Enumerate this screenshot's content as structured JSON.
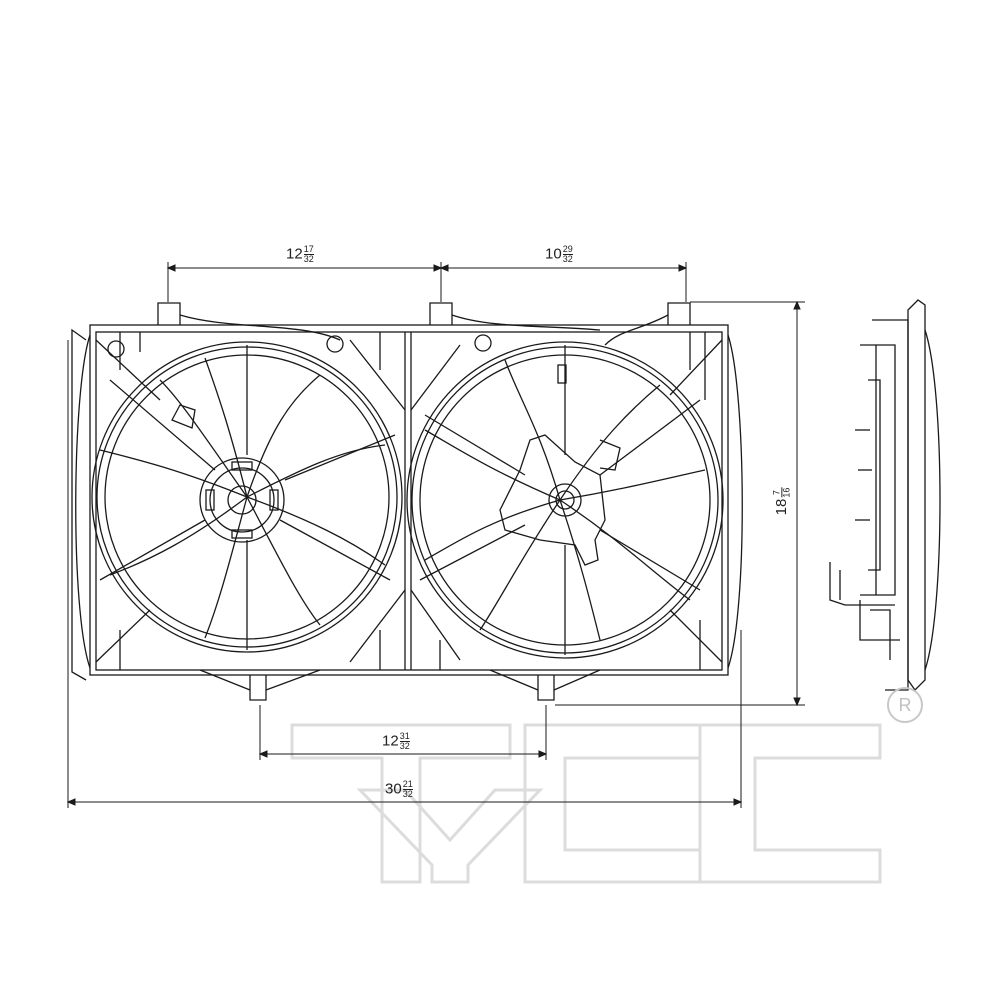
{
  "dimensions": {
    "top_left": {
      "whole": "12",
      "num": "17",
      "den": "32"
    },
    "top_right": {
      "whole": "10",
      "num": "29",
      "den": "32"
    },
    "bottom_inner": {
      "whole": "12",
      "num": "31",
      "den": "32"
    },
    "overall_width": {
      "whole": "30",
      "num": "21",
      "den": "32"
    },
    "height": {
      "whole": "18",
      "num": "7",
      "den": "16"
    }
  },
  "watermark": {
    "text": "TYC",
    "registered": "R",
    "color": "#dedede"
  },
  "line_color": "#1a1a1a"
}
